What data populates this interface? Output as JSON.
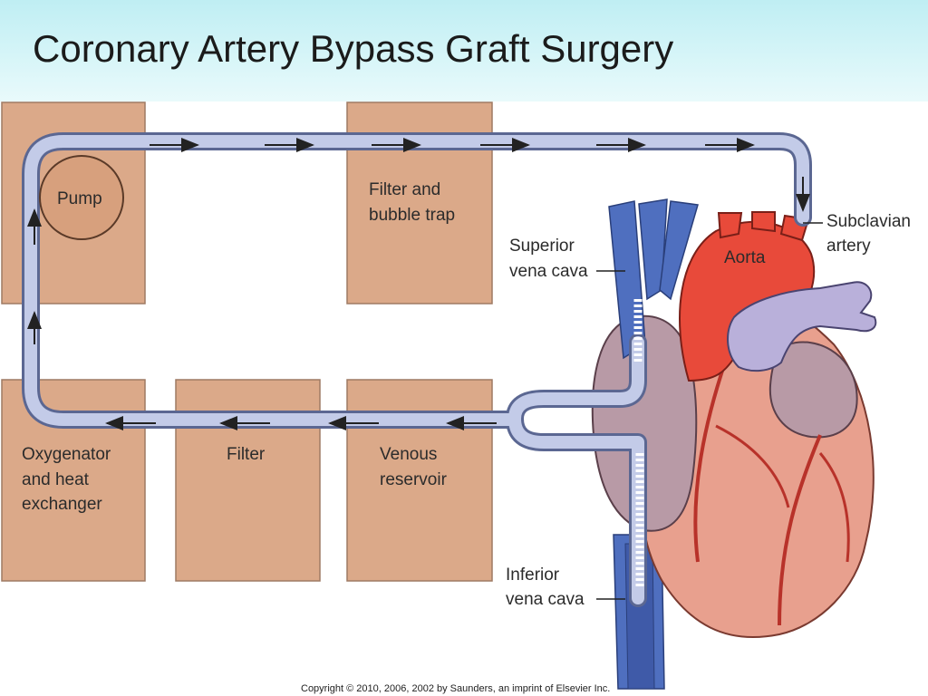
{
  "title": "Coronary Artery Bypass Graft Surgery",
  "boxes": {
    "pump": "Pump",
    "filter_trap_1": "Filter and",
    "filter_trap_2": "bubble trap",
    "oxygenator_1": "Oxygenator",
    "oxygenator_2": "and heat",
    "oxygenator_3": "exchanger",
    "filter": "Filter",
    "reservoir_1": "Venous",
    "reservoir_2": "reservoir"
  },
  "labels": {
    "superior_1": "Superior",
    "superior_2": "vena cava",
    "inferior_1": "Inferior",
    "inferior_2": "vena cava",
    "aorta": "Aorta",
    "subclavian_1": "Subclavian",
    "subclavian_2": "artery"
  },
  "copyright": "Copyright © 2010, 2006, 2002 by Saunders, an imprint of Elsevier Inc.",
  "colors": {
    "box": "#dba989",
    "tube": "#b7c0e0",
    "vein": "#4f6fbf",
    "aorta": "#e84a3a",
    "heart": "#e8a08e",
    "atrium": "#b89aa6",
    "pulmonary": "#b9b0da"
  }
}
